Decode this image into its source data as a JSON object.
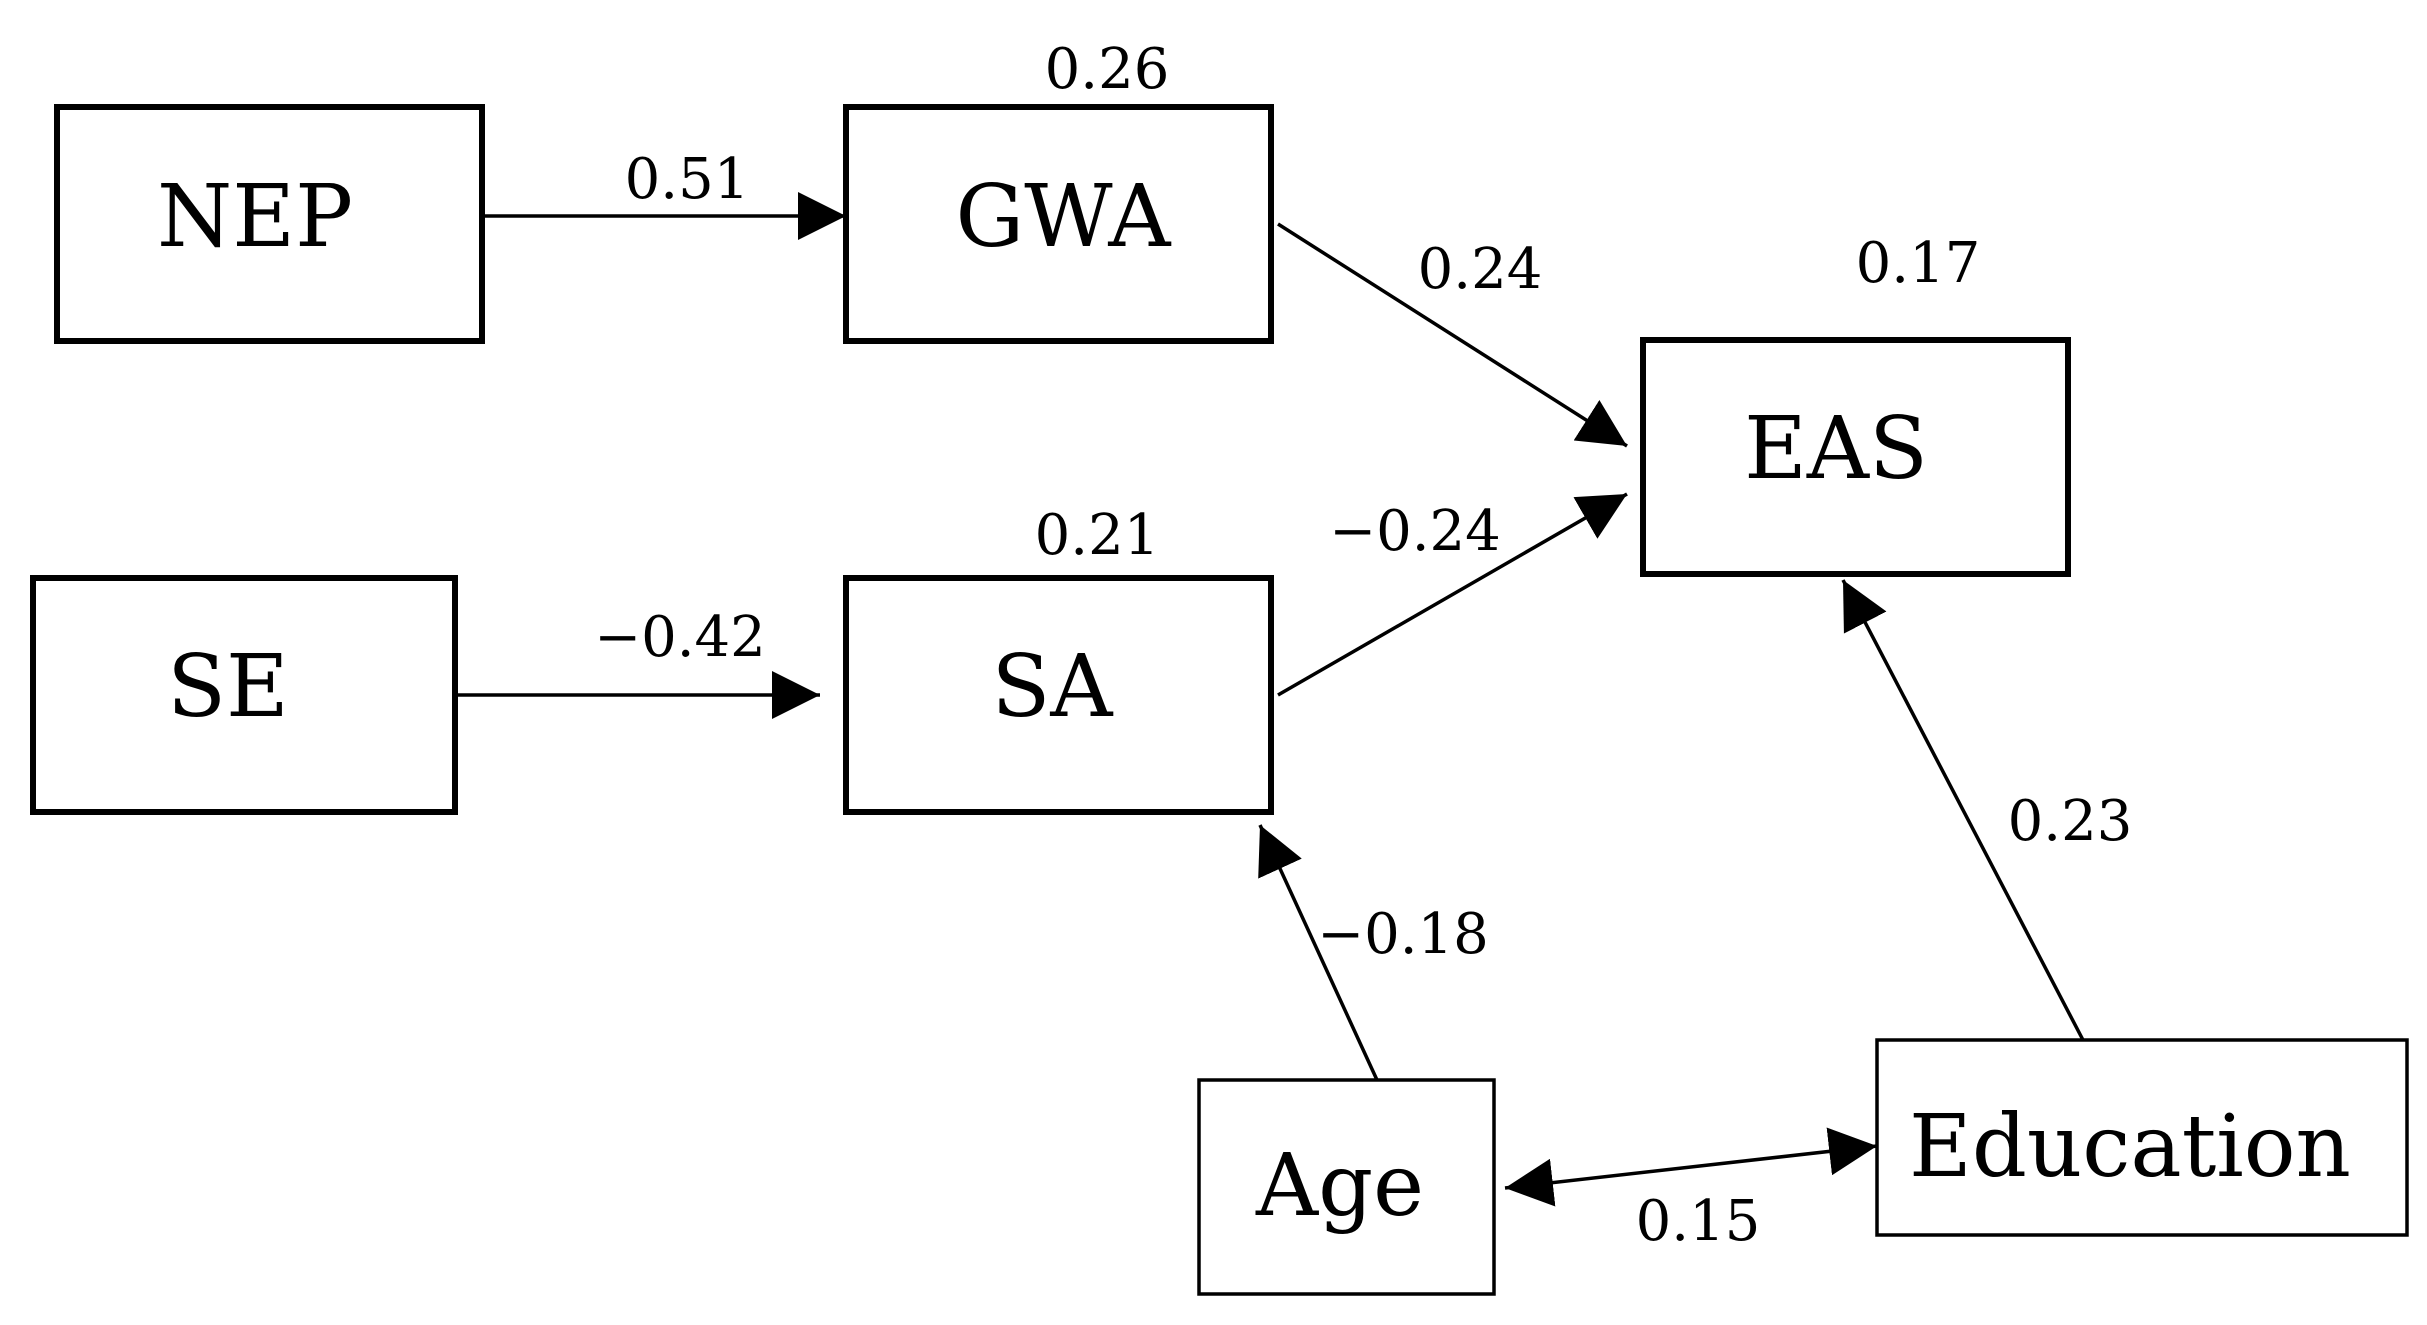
{
  "nodes": {
    "nep": {
      "label": "NEP"
    },
    "gwa": {
      "label": "GWA",
      "r2": "0.26"
    },
    "eas": {
      "label": "EAS",
      "r2": "0.17"
    },
    "se": {
      "label": "SE"
    },
    "sa": {
      "label": "SA",
      "r2": "0.21"
    },
    "age": {
      "label": "Age"
    },
    "education": {
      "label": "Education"
    }
  },
  "paths": {
    "nep_gwa": "0.51",
    "gwa_eas": "0.24",
    "se_sa": "−0.42",
    "sa_eas": "−0.24",
    "age_sa": "−0.18",
    "education_eas": "0.23",
    "age_education": "0.15"
  },
  "colors": {
    "ink": "#000000",
    "background": "#ffffff"
  }
}
